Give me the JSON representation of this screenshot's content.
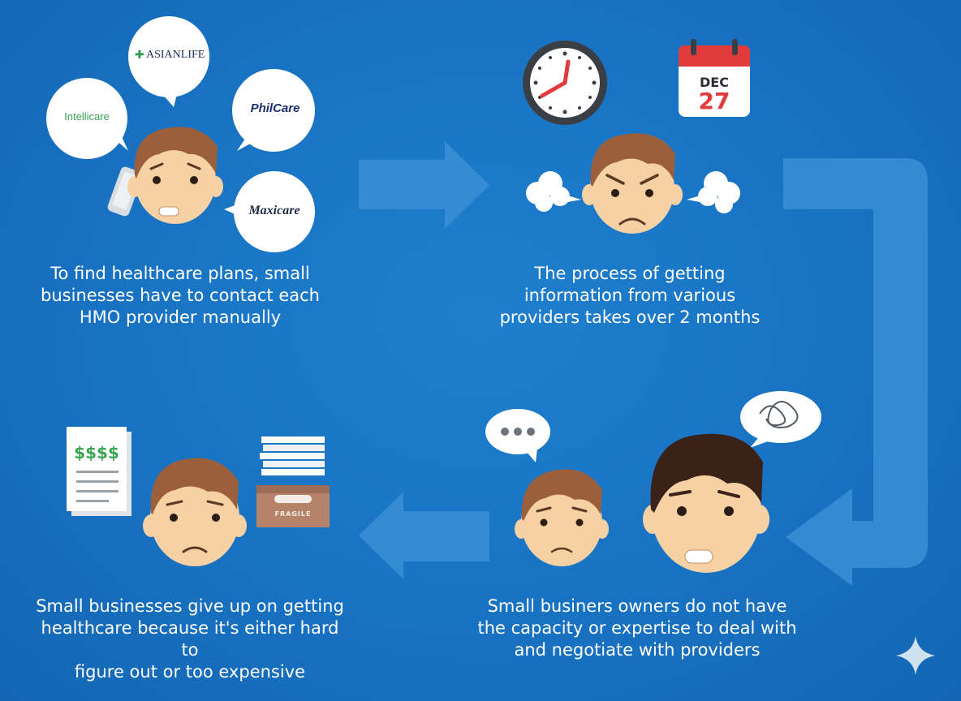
{
  "steps": [
    {
      "caption": "To find healthcare plans, small\nbusinesses have to contact each\nHMO provider manually"
    },
    {
      "caption": "The process of getting\ninformation from various\nproviders takes over 2 months"
    },
    {
      "caption": "Small businers owners do not have\nthe capacity or expertise to deal with\nand negotiate with providers"
    },
    {
      "caption": "Small businesses give up on getting\nhealthcare because it's either hard to\nfigure out or too expensive"
    }
  ],
  "providers": {
    "asianlife": "ASIANLIFE",
    "intellicare": "Intellicare",
    "philcare": "PhilCare",
    "maxicare": "Maxicare"
  },
  "calendar": {
    "month": "DEC",
    "day": "27"
  },
  "money": "$$$$",
  "box_label": "FRAGILE",
  "colors": {
    "background": "#1872c2",
    "arrow": "#3b8fd6",
    "skin": "#f6d1a3",
    "hair": "#9b5f3b",
    "hair_dark": "#3a2218",
    "calendar_red": "#e23b3b",
    "money_green": "#3aa652"
  },
  "icons": [
    "phone-icon",
    "clock-icon",
    "calendar-icon",
    "steam-icon",
    "ellipsis-bubble-icon",
    "scribble-bubble-icon",
    "invoice-icon",
    "file-box-icon",
    "sparkle-icon",
    "flow-arrow-icon"
  ]
}
